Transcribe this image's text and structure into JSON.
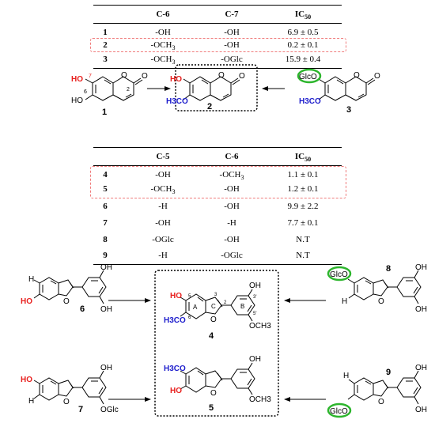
{
  "table1": {
    "headers": [
      "",
      "C-6",
      "C-7",
      "IC50"
    ],
    "rows": [
      {
        "id": "1",
        "c1": "-OH",
        "c2": "-OH",
        "ic50": "6.9 ± 0.5"
      },
      {
        "id": "2",
        "c1": "-OCH3",
        "c2": "-OH",
        "ic50": "0.2 ± 0.1"
      },
      {
        "id": "3",
        "c1": "-OCH3",
        "c2": "-OGlc",
        "ic50": "15.9 ± 0.4"
      }
    ],
    "highlight_row": "2"
  },
  "table2": {
    "headers": [
      "",
      "C-5",
      "C-6",
      "IC50"
    ],
    "rows": [
      {
        "id": "4",
        "c1": "-OH",
        "c2": "-OCH3",
        "ic50": "1.1 ± 0.1"
      },
      {
        "id": "5",
        "c1": "-OCH3",
        "c2": "-OH",
        "ic50": "1.2 ± 0.1"
      },
      {
        "id": "6",
        "c1": "-H",
        "c2": "-OH",
        "ic50": "9.9 ± 2.2"
      },
      {
        "id": "7",
        "c1": "-OH",
        "c2": "-H",
        "ic50": "7.7 ± 0.1"
      },
      {
        "id": "8",
        "c1": "-OGlc",
        "c2": "-OH",
        "ic50": "N.T"
      },
      {
        "id": "9",
        "c1": "-H",
        "c2": "-OGlc",
        "ic50": "N.T"
      }
    ],
    "highlight_rows": [
      "4",
      "5"
    ]
  },
  "structures": {
    "coumarin_labels": {
      "c1": {
        "id": "1",
        "oh7": "HO",
        "oh6": "HO",
        "pos7": "7",
        "pos6": "6",
        "pos2": "2",
        "ring_o": "O",
        "carbonyl_o": "O"
      },
      "c2": {
        "id": "2",
        "oh": "HO",
        "ome": "H3CO",
        "ring_o": "O",
        "carbonyl_o": "O"
      },
      "c3": {
        "id": "3",
        "oglc": "GlcO",
        "ome": "H3CO",
        "ring_o": "O",
        "carbonyl_o": "O"
      }
    },
    "benzofuran_labels": {
      "b4": {
        "id": "4",
        "oh": "HO",
        "ome": "H3CO",
        "ringA": "A",
        "ringC": "C",
        "ringB": "B",
        "p5": "5",
        "p6": "6",
        "p3": "3",
        "p2": "2",
        "p3p": "3'",
        "p5p": "5'",
        "oh_b": "OH",
        "och3_b": "OCH3",
        "ring_o": "O"
      },
      "b5": {
        "id": "5",
        "ome": "H3CO",
        "oh": "HO",
        "oh_b": "OH",
        "och3_b": "OCH3",
        "ring_o": "O"
      },
      "b6": {
        "id": "6",
        "h": "H",
        "oh": "HO",
        "oh_b1": "OH",
        "oh_b2": "OH",
        "ring_o": "O"
      },
      "b7": {
        "id": "7",
        "oh": "HO",
        "h": "H",
        "oh_b": "OH",
        "oglc_b": "OGlc",
        "ring_o": "O"
      },
      "b8": {
        "id": "8",
        "oglc": "GlcO",
        "h": "H",
        "oh_b1": "OH",
        "oh_b2": "OH",
        "ring_o": "O"
      },
      "b9": {
        "id": "9",
        "h": "H",
        "oglc": "GlcO",
        "oh_b1": "OH",
        "oh_b2": "OH",
        "ring_o": "O"
      }
    }
  },
  "colors": {
    "red": "#e8201e",
    "blue": "#1c1ccc",
    "green": "#2db52d",
    "highlight": "#f07c7c"
  }
}
